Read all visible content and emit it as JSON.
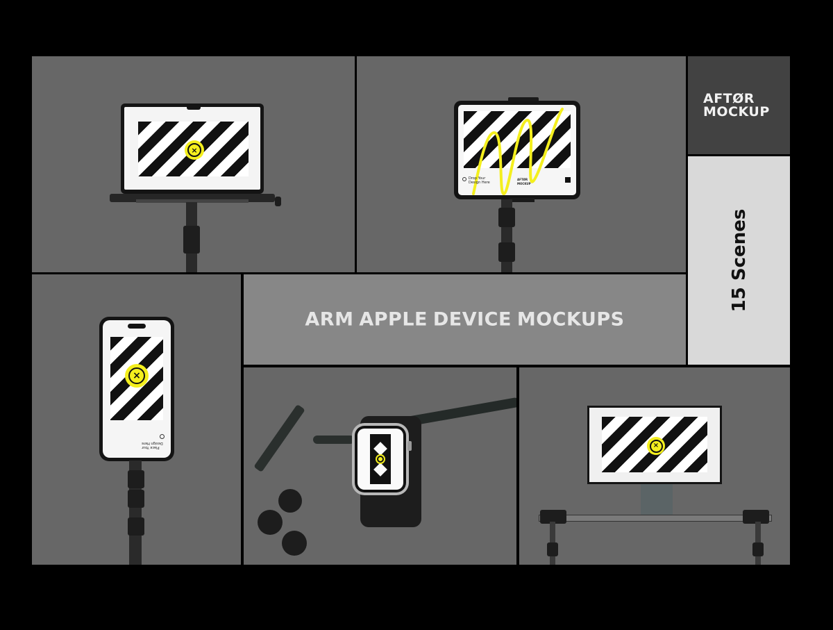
{
  "brand": {
    "logo_line1": "AFTØR",
    "logo_line2": "MOCKUP"
  },
  "title": "ARM  APPLE DEVICE MOCKUPS",
  "scenes_label": "15 Scenes",
  "colors": {
    "background": "#000000",
    "panel_gray": "#676767",
    "title_panel": "#878787",
    "logo_panel": "#424242",
    "scenes_panel": "#d9d9d9",
    "accent_yellow": "#f4ef1e"
  },
  "scenes": [
    {
      "device": "MacBook on arm mount",
      "icon": "laptop-icon"
    },
    {
      "device": "iPad on arm mount",
      "icon": "tablet-icon",
      "screen_text": "Drop Your Design Here",
      "screen_brand": "AFTØR MOCKUP"
    },
    {
      "device": "iPhone on arm mount",
      "icon": "phone-icon",
      "screen_text": "Place Your Design Here"
    },
    {
      "device": "Apple Watch Ultra on arm",
      "icon": "watch-icon"
    },
    {
      "device": "Studio Display on arm rig",
      "icon": "monitor-icon"
    }
  ],
  "badge_glyph": "×"
}
